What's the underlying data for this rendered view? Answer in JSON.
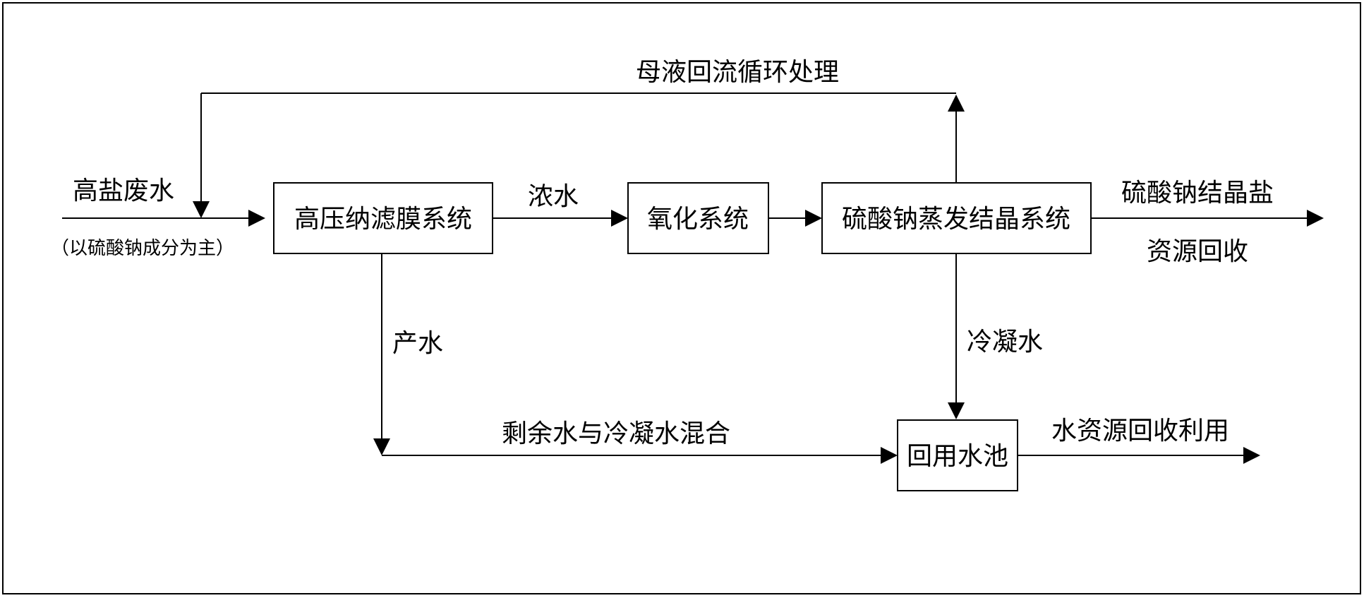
{
  "nodes": {
    "nf": "高压纳滤膜系统",
    "ox": "氧化系统",
    "evap": "硫酸钠蒸发结晶系统",
    "pool": "回用水池"
  },
  "labels": {
    "input_main": "高盐废水",
    "input_note": "（以硫酸钠成分为主）",
    "concentrate": "浓水",
    "product_water": "产水",
    "recycle": "母液回流循环处理",
    "salt_output_line1": "硫酸钠结晶盐",
    "salt_output_line2": "资源回收",
    "condensate": "冷凝水",
    "mix": "剩余水与冷凝水混合",
    "water_output": "水资源回收利用"
  }
}
